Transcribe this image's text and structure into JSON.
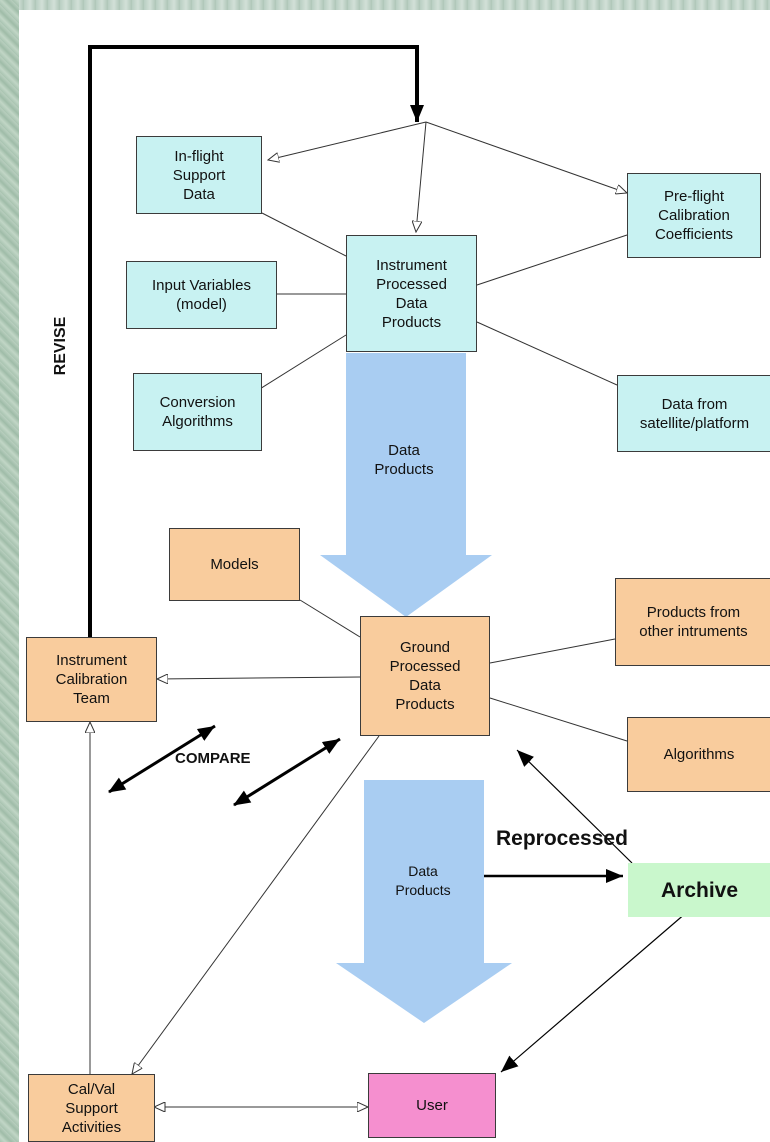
{
  "side_label": "REVISE",
  "boxes": {
    "inflight": "In-flight\nSupport\nData",
    "preflight": "Pre-flight\nCalibration\nCoefficients",
    "input_variables": "Input Variables\n(model)",
    "instrument_processed": "Instrument\nProcessed\nData\nProducts",
    "conversion": "Conversion\nAlgorithms",
    "data_from_satellite": "Data from\nsatellite/platform",
    "models": "Models",
    "products_other": "Products from\nother intruments",
    "instrument_calibration": "Instrument\nCalibration\nTeam",
    "ground_processed": "Ground\nProcessed\nData\nProducts",
    "algorithms": "Algorithms",
    "archive": "Archive",
    "calval": "Cal/Val\nSupport\nActivities",
    "user": "User"
  },
  "flow_labels": {
    "data_products_1": "Data\nProducts",
    "data_products_2": "Data\nProducts"
  },
  "compare_label": "COMPARE",
  "reprocessed_label": "Reprocessed",
  "colors": {
    "cyan_box": "#c8f2f2",
    "tan_box": "#f9cc9d",
    "pink_box": "#f58fcf",
    "green_box": "#c9f7cc",
    "big_arrow": "#a9cdf2"
  }
}
